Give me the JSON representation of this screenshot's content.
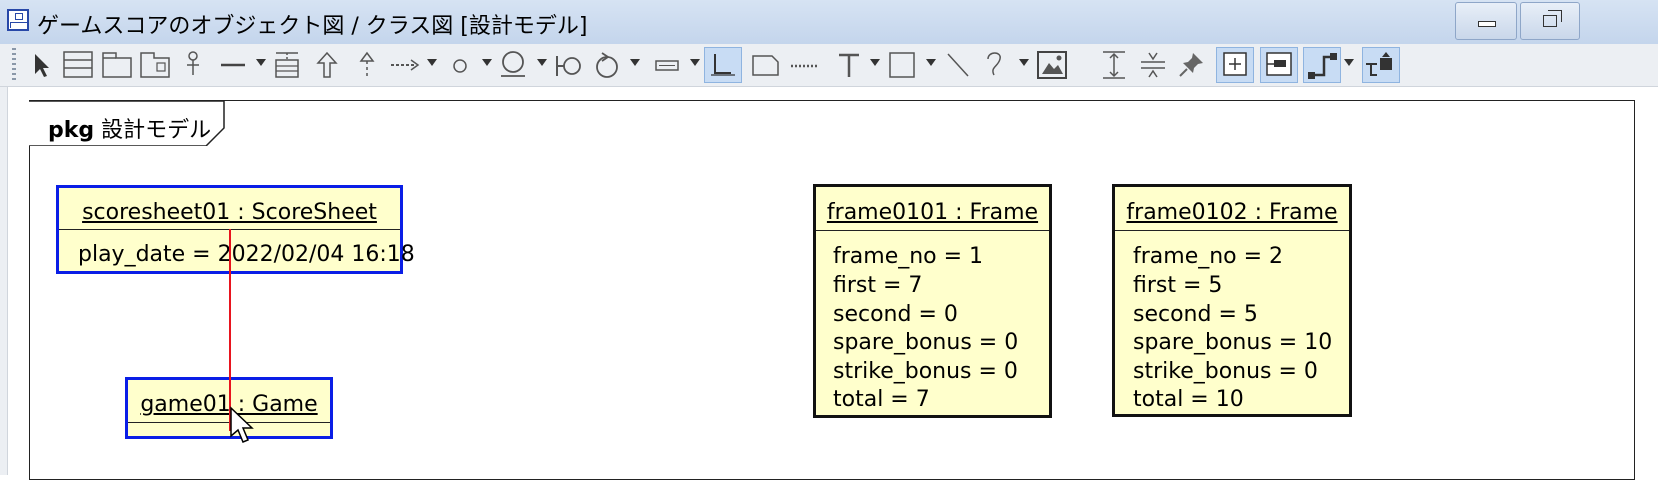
{
  "window": {
    "title": "ゲームスコアのオブジェクト図 / クラス図 [設計モデル]",
    "app_icon": "diagram-icon"
  },
  "toolbar": {
    "tools": [
      {
        "name": "select-tool",
        "icon": "arrow-pointer-icon"
      },
      {
        "name": "class-tool",
        "icon": "class-box-icon"
      },
      {
        "name": "package-tool",
        "icon": "package-icon"
      },
      {
        "name": "subsystem-tool",
        "icon": "subsystem-icon"
      },
      {
        "name": "interface-tool",
        "icon": "lollipop-icon"
      },
      {
        "name": "association-tool",
        "icon": "line-icon"
      },
      {
        "name": "association-class-tool",
        "icon": "association-class-icon"
      },
      {
        "name": "generalization-tool",
        "icon": "generalization-arrow-icon"
      },
      {
        "name": "realization-tool",
        "icon": "realization-arrow-icon"
      },
      {
        "name": "dependency-tool",
        "icon": "dashed-arrow-icon"
      },
      {
        "name": "port-tool",
        "icon": "small-circle-icon"
      },
      {
        "name": "required-interface-tool",
        "icon": "socket-icon"
      },
      {
        "name": "provided-interface-tool",
        "icon": "ball-socket-icon"
      },
      {
        "name": "cycle-tool",
        "icon": "cycle-icon"
      },
      {
        "name": "slot-tool",
        "icon": "slot-icon"
      },
      {
        "name": "constraint-tool",
        "icon": "bracket-icon"
      },
      {
        "name": "note-tool",
        "icon": "note-icon"
      },
      {
        "name": "note-anchor-tool",
        "icon": "dotted-line-icon"
      },
      {
        "name": "text-tool",
        "icon": "text-icon"
      },
      {
        "name": "rectangle-tool",
        "icon": "rectangle-icon"
      },
      {
        "name": "line-tool",
        "icon": "diagonal-line-icon"
      },
      {
        "name": "freehand-tool",
        "icon": "curve-icon"
      },
      {
        "name": "image-tool",
        "icon": "image-icon"
      },
      {
        "name": "expand-space-tool",
        "icon": "expand-vertical-icon"
      },
      {
        "name": "shrink-space-tool",
        "icon": "shrink-vertical-icon"
      },
      {
        "name": "pin-tool",
        "icon": "pin-icon"
      },
      {
        "name": "fit-frame-tool",
        "icon": "plus-box-icon"
      },
      {
        "name": "align-tool",
        "icon": "align-left-icon"
      },
      {
        "name": "line-style-tool",
        "icon": "orthogonal-line-icon"
      },
      {
        "name": "layout-tool",
        "icon": "tree-layout-icon"
      }
    ]
  },
  "diagram": {
    "frame_keyword": "pkg",
    "frame_name": "設計モデル",
    "objects": [
      {
        "id": "scoresheet01",
        "header": "scoresheet01 : ScoreSheet",
        "attributes": [
          "play_date = 2022/02/04 16:18"
        ],
        "selected": true
      },
      {
        "id": "game01",
        "header": "game01 : Game",
        "attributes": [],
        "selected": true
      },
      {
        "id": "frame0101",
        "header": "frame0101 : Frame",
        "attributes": [
          "frame_no = 1",
          "first = 7",
          "second = 0",
          "spare_bonus = 0",
          "strike_bonus = 0",
          "total = 7"
        ],
        "selected": false
      },
      {
        "id": "frame0102",
        "header": "frame0102 : Frame",
        "attributes": [
          "frame_no = 2",
          "first = 5",
          "second = 5",
          "spare_bonus = 10",
          "strike_bonus = 0",
          "total = 10"
        ],
        "selected": false
      }
    ],
    "colors": {
      "object_fill": "#ffffcc",
      "selection_border": "#0a1ee6",
      "link_line": "#e8141e"
    }
  }
}
